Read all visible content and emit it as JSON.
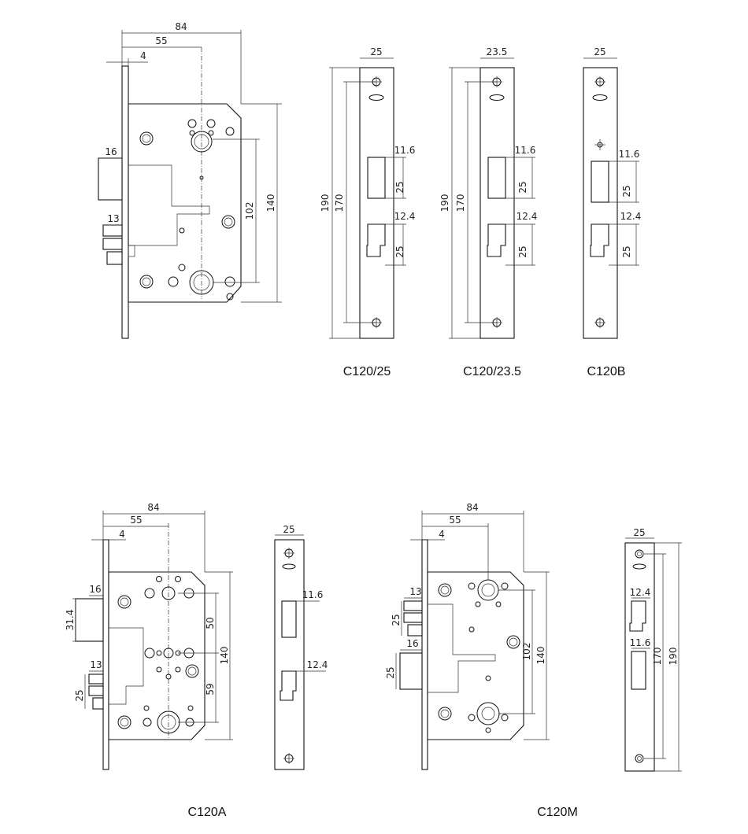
{
  "models": [
    {
      "id": "lock-body-top",
      "dims": {
        "w84": "84",
        "w55": "55",
        "w4": "4",
        "w16": "16",
        "w13": "13",
        "h102": "102",
        "h140": "140"
      }
    },
    {
      "id": "c120-25",
      "caption": "C120/25",
      "dims": {
        "width": "25",
        "h190": "190",
        "h170": "170",
        "l116": "11.6",
        "l25a": "25",
        "l124": "12.4",
        "l25b": "25"
      }
    },
    {
      "id": "c120-235",
      "caption": "C120/23.5",
      "dims": {
        "width": "23.5",
        "h190": "190",
        "h170": "170",
        "l116": "11.6",
        "l25a": "25",
        "l124": "12.4",
        "l25b": "25"
      }
    },
    {
      "id": "c120b",
      "caption": "C120B",
      "dims": {
        "width": "25",
        "l116": "11.6",
        "l25a": "25",
        "l124": "12.4",
        "l25b": "25"
      }
    },
    {
      "id": "c120a",
      "caption": "C120A",
      "dims": {
        "w84": "84",
        "w55": "55",
        "w4": "4",
        "w16": "16",
        "h314": "31.4",
        "w13": "13",
        "h25": "25",
        "h50": "50",
        "h140": "140",
        "h59": "59",
        "pw": "25",
        "p116": "11.6",
        "p124": "12.4"
      }
    },
    {
      "id": "c120m",
      "caption": "C120M",
      "dims": {
        "w84": "84",
        "w55": "55",
        "w4": "4",
        "w13": "13",
        "h25a": "25",
        "w16": "16",
        "h25b": "25",
        "h102": "102",
        "h140": "140",
        "pw": "25",
        "p124": "12.4",
        "p116": "11.6",
        "p170": "170",
        "p190": "190"
      }
    }
  ]
}
